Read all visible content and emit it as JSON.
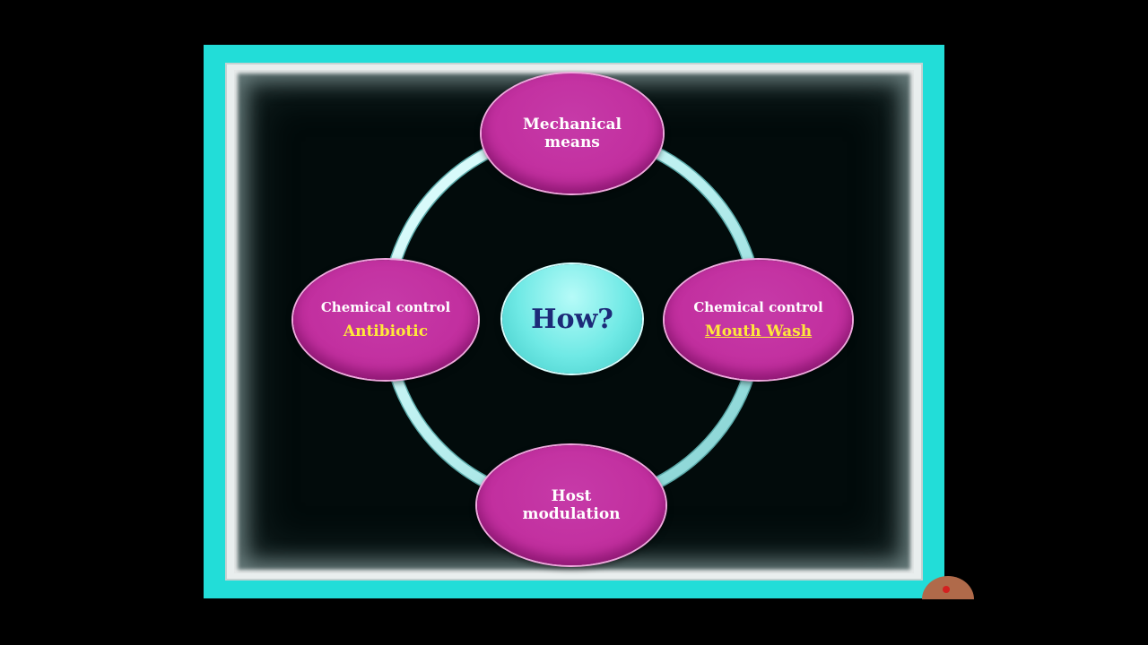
{
  "diagram": {
    "center": {
      "label": "How?"
    },
    "nodes": {
      "top": {
        "lines": [
          "Mechanical",
          "means"
        ]
      },
      "left": {
        "label": "Chemical control",
        "sub": "Antibiotic"
      },
      "right": {
        "label": "Chemical control",
        "sub": "Mouth Wash"
      },
      "bottom": {
        "lines": [
          "Host",
          "modulation"
        ]
      }
    }
  },
  "colors": {
    "frame": "#22ddd8",
    "node_fill": "#c22f9f",
    "center_fill": "#6fe9e5",
    "highlight_text": "#ffe83a",
    "center_text": "#1c2a78"
  }
}
